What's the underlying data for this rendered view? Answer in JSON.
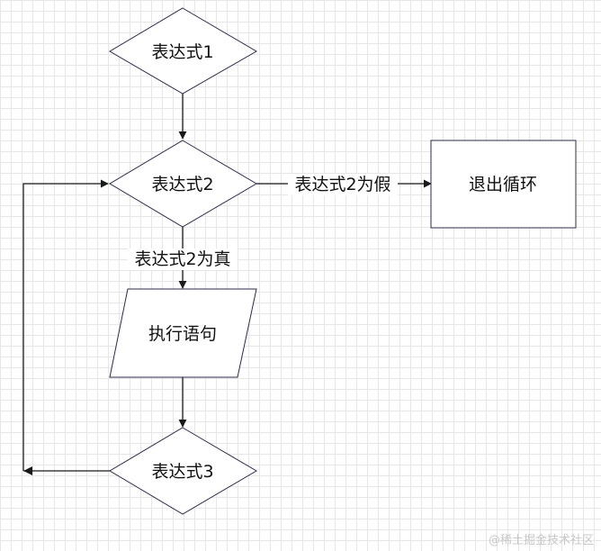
{
  "nodes": {
    "expr1": "表达式1",
    "expr2": "表达式2",
    "exit": "退出循环",
    "execute": "执行语句",
    "expr3": "表达式3"
  },
  "edges": {
    "false_label": "表达式2为假",
    "true_label": "表达式2为真"
  },
  "watermark": "@稀土掘金技术社区"
}
